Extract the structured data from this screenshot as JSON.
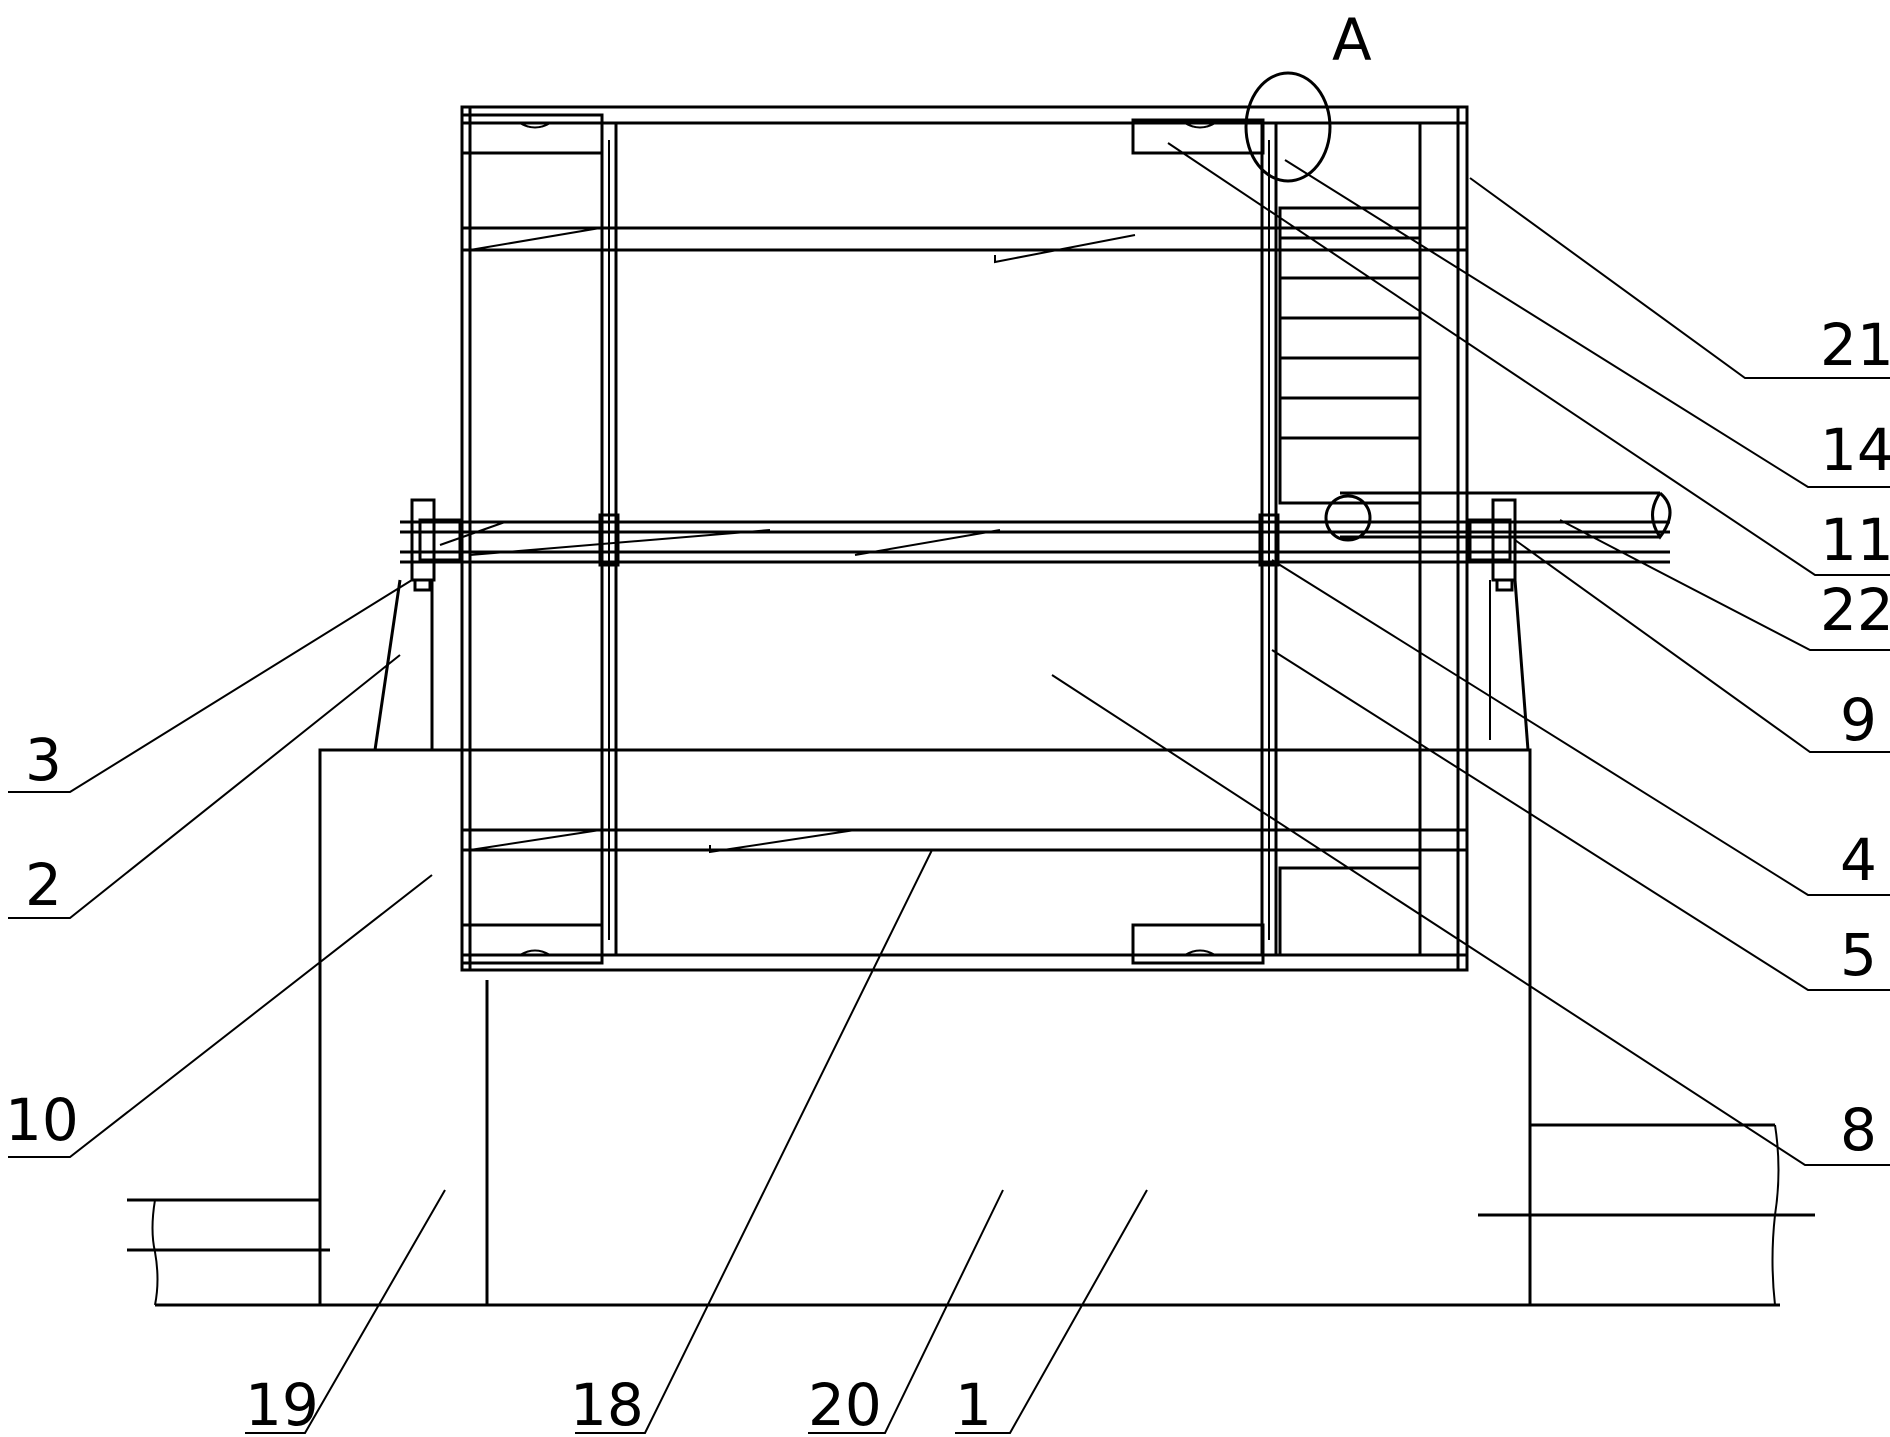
{
  "detail_label": "A",
  "labels": {
    "l21": "21",
    "l14": "14",
    "l11": "11",
    "l22": "22",
    "l9": "9",
    "l4": "4",
    "l5": "5",
    "l8": "8",
    "l3": "3",
    "l2": "2",
    "l10": "10",
    "l19": "19",
    "l18": "18",
    "l20": "20",
    "l1": "1"
  }
}
